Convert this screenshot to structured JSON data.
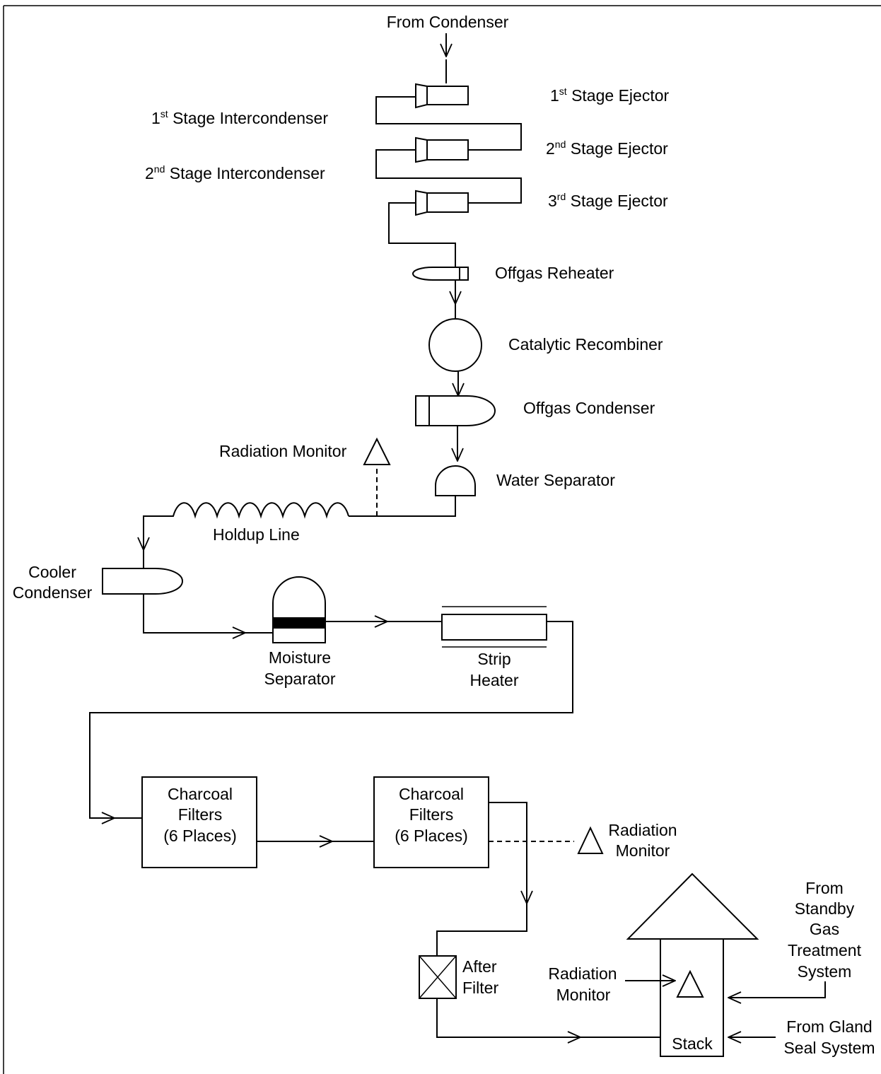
{
  "labels": {
    "from_condenser": "From Condenser",
    "stage1_ejector": "1st Stage Ejector",
    "stage1_intercondenser": "1st Stage Intercondenser",
    "stage2_ejector": "2nd Stage Ejector",
    "stage2_intercondenser": "2nd Stage Intercondenser",
    "stage3_ejector": "3rd Stage Ejector",
    "offgas_reheater": "Offgas Reheater",
    "catalytic_recombiner": "Catalytic Recombiner",
    "offgas_condenser": "Offgas Condenser",
    "radiation_monitor_1": "Radiation Monitor",
    "water_separator": "Water Separator",
    "holdup_line": "Holdup Line",
    "cooler_condenser": [
      "Cooler",
      "Condenser"
    ],
    "moisture_separator": [
      "Moisture",
      "Separator"
    ],
    "strip_heater": [
      "Strip",
      "Heater"
    ],
    "charcoal_filters_1": [
      "Charcoal",
      "Filters",
      "(6 Places)"
    ],
    "charcoal_filters_2": [
      "Charcoal",
      "Filters",
      "(6 Places)"
    ],
    "radiation_monitor_2": [
      "Radiation",
      "Monitor"
    ],
    "after_filter": [
      "After",
      "Filter"
    ],
    "radiation_monitor_3": [
      "Radiation",
      "Monitor"
    ],
    "stack": "Stack",
    "from_sgts": [
      "From",
      "Standby",
      "Gas",
      "Treatment",
      "System"
    ],
    "from_gland_seal": [
      "From Gland",
      "Seal System"
    ]
  }
}
